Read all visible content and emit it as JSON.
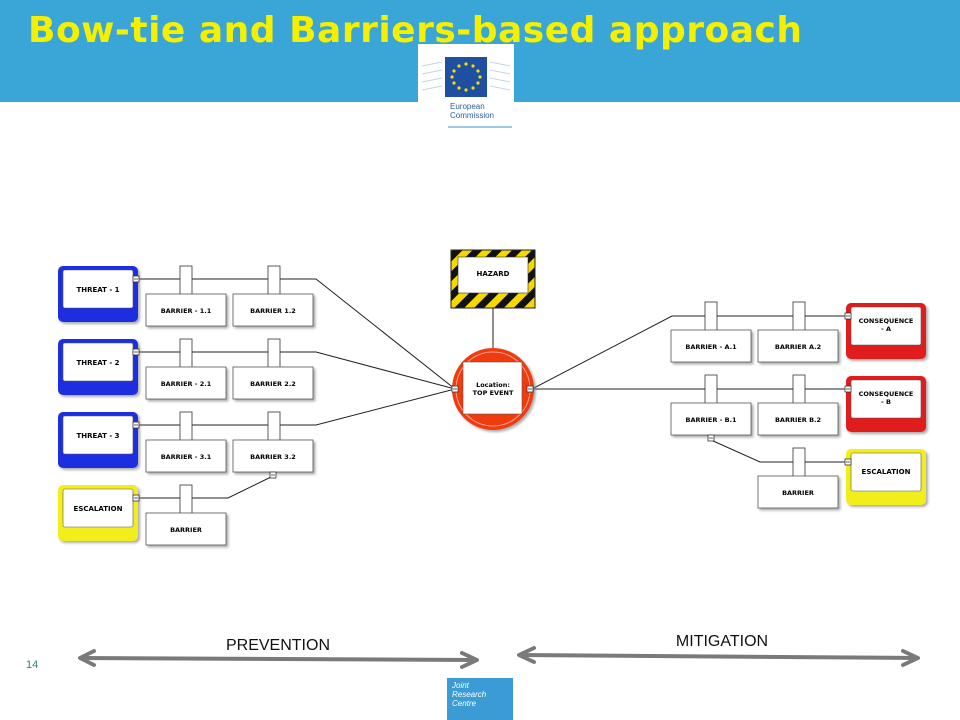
{
  "slide": {
    "title": "Bow-tie and Barriers-based approach",
    "page_number": "14"
  },
  "logos": {
    "ec": {
      "line1": "European",
      "line2": "Commission",
      "name": "eu-flag-icon"
    },
    "jrc": {
      "line1": "Joint",
      "line2": "Research",
      "line3": "Centre"
    }
  },
  "diagram": {
    "hazard": "HAZARD",
    "top_event": {
      "line1": "Location:",
      "line2": "TOP EVENT"
    },
    "threats": [
      {
        "label": "THREAT - 1",
        "barriers": [
          "BARRIER - 1.1",
          "BARRIER 1.2"
        ]
      },
      {
        "label": "THREAT - 2",
        "barriers": [
          "BARRIER - 2.1",
          "BARRIER 2.2"
        ]
      },
      {
        "label": "THREAT - 3",
        "barriers": [
          "BARRIER - 3.1",
          "BARRIER 3.2"
        ]
      }
    ],
    "left_escalation": {
      "label": "ESCALATION",
      "barrier": "BARRIER"
    },
    "consequences": [
      {
        "line1": "CONSEQUENCE",
        "line2": "- A",
        "barriers": [
          "BARRIER - A.1",
          "BARRIER A.2"
        ]
      },
      {
        "line1": "CONSEQUENCE",
        "line2": "- B",
        "barriers": [
          "BARRIER - B.1",
          "BARRIER B.2"
        ]
      }
    ],
    "right_escalation": {
      "label": "ESCALATION",
      "barrier": "BARRIER"
    },
    "prevention_label": "PREVENTION",
    "mitigation_label": "MITIGATION",
    "colors": {
      "threat": "#1a2ee0",
      "escalation": "#f2ee1a",
      "consequence": "#e01a1a",
      "top_event": "#f03a10",
      "hazard_stripe": "#f5d800"
    }
  }
}
